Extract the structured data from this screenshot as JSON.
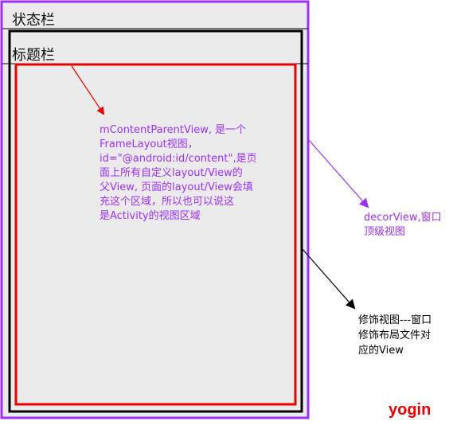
{
  "labels": {
    "status_bar": "状态栏",
    "title_bar": "标题栏"
  },
  "annotations": {
    "content_parent": "mContentParentView, 是一个\nFrameLayout视图，\nid=\"@android:id/content\",是页\n面上所有自定义layout/View的\n父View, 页面的layout/View会填\n充这个区域，所以也可以说这\n是Activity的视图区域",
    "decor_view": "decorView,窗口\n顶级视图",
    "decoration_view": "修饰视图---窗口\n修饰布局文件对\n应的View"
  },
  "watermark": "yogin",
  "colors": {
    "decor_view": "#9b30ff",
    "decoration_view": "#000000",
    "content_parent": "#ee0000",
    "panel_fill": "#ebebeb",
    "watermark": "#ee0000"
  }
}
